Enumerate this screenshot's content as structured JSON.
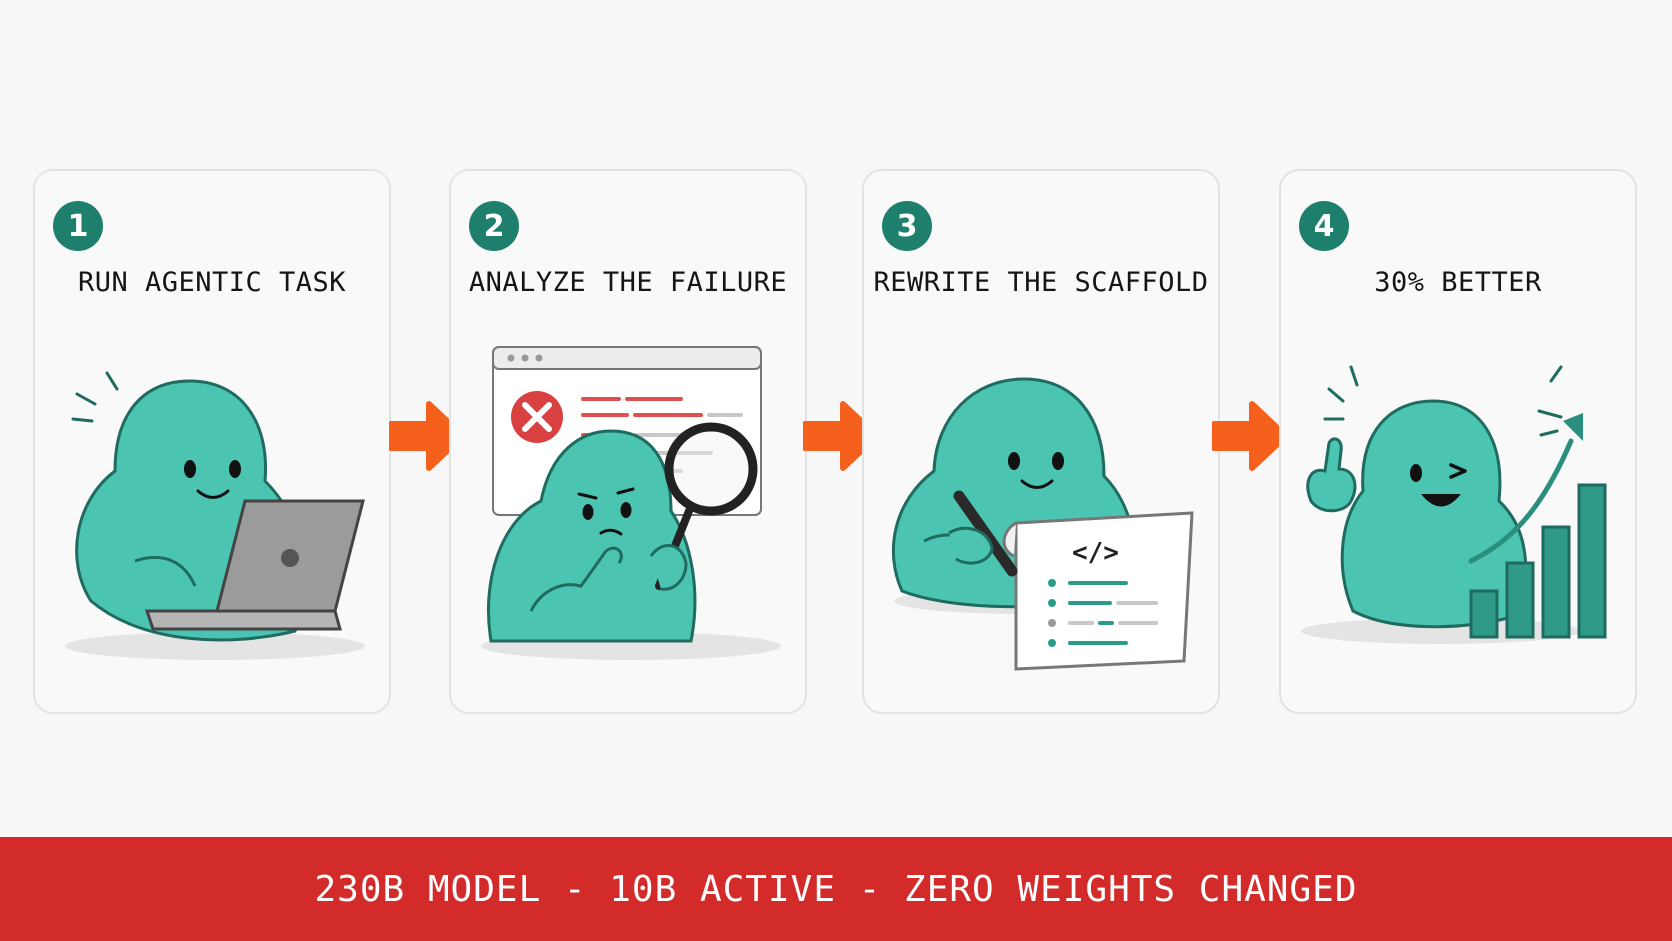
{
  "steps": [
    {
      "number": "1",
      "title": "RUN AGENTIC TASK"
    },
    {
      "number": "2",
      "title": "ANALYZE THE FAILURE"
    },
    {
      "number": "3",
      "title": "REWRITE THE SCAFFOLD"
    },
    {
      "number": "4",
      "title": "30% BETTER"
    }
  ],
  "code_glyph": "</>",
  "footer": {
    "text": "230B MODEL - 10B ACTIVE - ZERO WEIGHTS CHANGED"
  },
  "colors": {
    "accent": "#1f7f6d",
    "mascot": "#4cc4b2",
    "arrow": "#f5601c",
    "banner": "#d32a2a",
    "error": "#d94040"
  }
}
